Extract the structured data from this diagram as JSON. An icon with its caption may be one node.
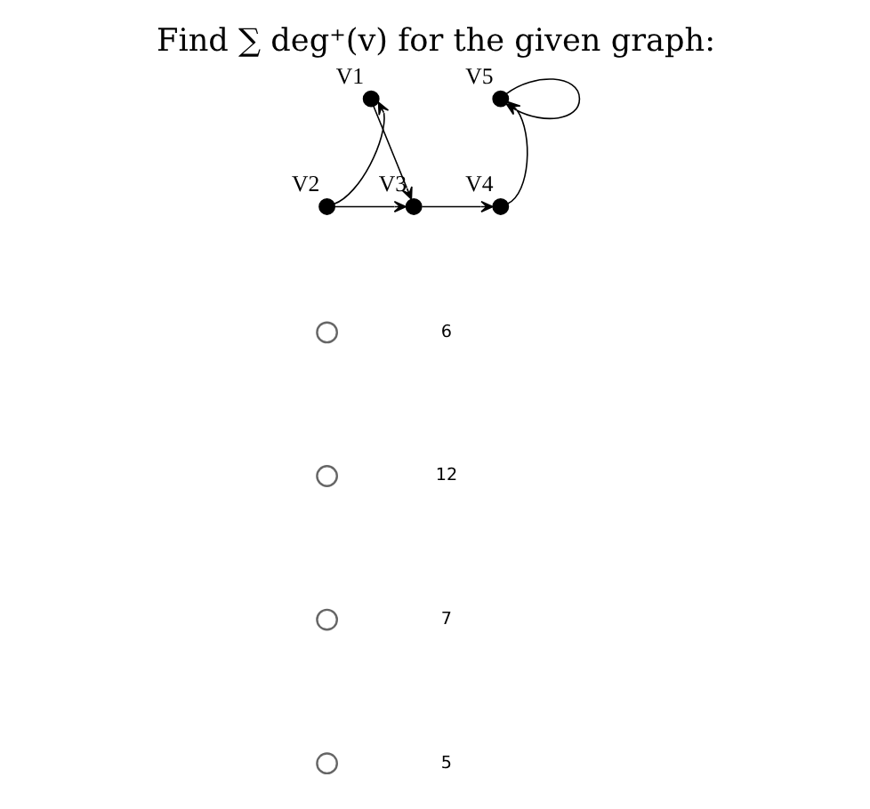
{
  "diagram": {
    "title": "Find ∑ deg⁺(v) for the given graph:",
    "nodes": [
      {
        "text": [
          "V1"
        ]
      },
      {
        "text": [
          "V5"
        ]
      },
      {
        "text": [
          "V2"
        ]
      },
      {
        "text": [
          "V3"
        ]
      },
      {
        "text": [
          "V4"
        ]
      }
    ],
    "edges": [
      {
        "from": 2,
        "to": 0,
        "arrow": "to"
      },
      {
        "from": 0,
        "to": 3,
        "arrow": "to"
      },
      {
        "from": 2,
        "to": 3,
        "arrow": "to"
      },
      {
        "from": 3,
        "to": 4,
        "arrow": "to"
      },
      {
        "from": 4,
        "to": 1,
        "arrow": "to"
      },
      {
        "from": 1,
        "to": 1,
        "arrow": "to"
      }
    ],
    "labels": [
      "6",
      "12",
      "7",
      "5"
    ]
  }
}
